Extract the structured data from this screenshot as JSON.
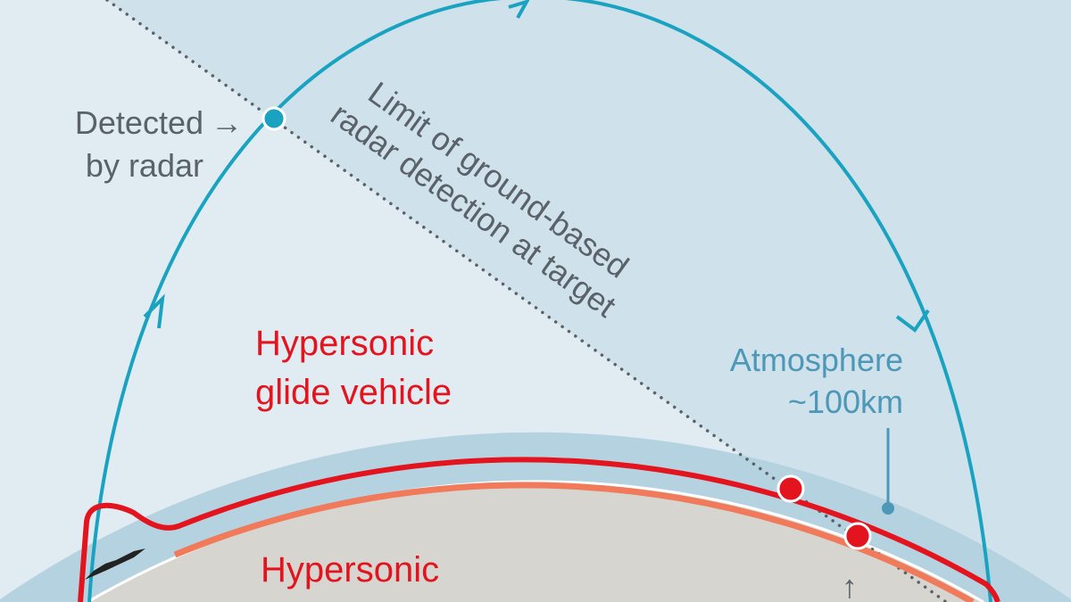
{
  "labels": {
    "detected_line1": "Detected",
    "detected_line2": "by radar",
    "detected_arrow": "→",
    "radar_limit_line1": "Limit of ground-based",
    "radar_limit_line2": "radar detection at target",
    "hgv_line1": "Hypersonic",
    "hgv_line2": "glide vehicle",
    "atmosphere_line1": "Atmosphere",
    "atmosphere_line2": "~100km",
    "cruise_label": "Hypersonic",
    "up_arrow": "↑"
  },
  "colors": {
    "sky_light": "#e0ecf2",
    "sky_dark": "#cfe1ea",
    "atmosphere": "#b5d2e0",
    "earth": "#d6d5d0",
    "ballistic": "#1aa3c0",
    "glide": "#e3141e",
    "cruise": "#f07a5a",
    "text_grey": "#5a6168",
    "atmo_text": "#4d98b8"
  }
}
